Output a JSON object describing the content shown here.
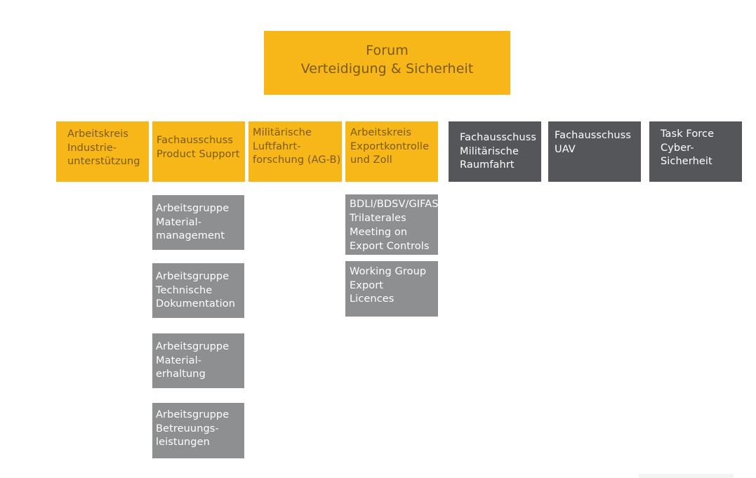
{
  "forum": {
    "lines": [
      "Forum",
      "Verteidigung & Sicherheit"
    ]
  },
  "committees": [
    {
      "lines": [
        "Arbeitskreis",
        "Industrie-",
        "unterstützung"
      ]
    },
    {
      "lines": [
        "Fachausschuss",
        "Product Support"
      ]
    },
    {
      "lines": [
        "Militärische",
        "Luftfahrt-",
        "forschung (AG-B)"
      ]
    },
    {
      "lines": [
        "Arbeitskreis",
        "Exportkontrolle",
        "und Zoll"
      ]
    },
    {
      "lines": [
        "Fachausschuss",
        "Militärische",
        "Raumfahrt"
      ]
    },
    {
      "lines": [
        "Fachausschuss",
        "UAV"
      ]
    },
    {
      "lines": [
        "Task Force",
        "Cyber-",
        "Sicherheit"
      ]
    }
  ],
  "product_support_groups": [
    {
      "lines": [
        "Arbeitsgruppe",
        "Material-",
        "management"
      ]
    },
    {
      "lines": [
        "Arbeitsgruppe",
        "Technische",
        "Dokumentation"
      ]
    },
    {
      "lines": [
        "Arbeitsgruppe",
        "Material-",
        "erhaltung"
      ]
    },
    {
      "lines": [
        "Arbeitsgruppe",
        "Betreuungs-",
        "leistungen"
      ]
    }
  ],
  "export_groups": [
    {
      "lines": [
        "BDLI/BDSV/GIFAS",
        "Trilaterales",
        "Meeting on",
        "Export Controls"
      ]
    },
    {
      "lines": [
        "Working Group",
        "Export",
        "Licences"
      ]
    }
  ],
  "colors": {
    "primary_yellow": "#f7b718",
    "dark_gray": "#545659",
    "medium_gray": "#8e8f91"
  }
}
